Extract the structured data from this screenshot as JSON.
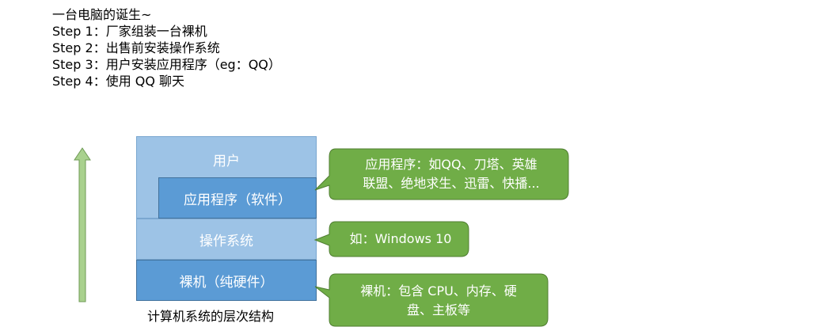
{
  "intro": {
    "title": "一台电脑的诞生~",
    "steps": [
      "Step 1：厂家组装一台裸机",
      "Step 2：出售前安装操作系统",
      "Step 3：用户安装应用程序（eg：QQ）",
      "Step 4：使用 QQ 聊天"
    ]
  },
  "layers": {
    "user": "用户",
    "app": "应用程序（软件）",
    "os": "操作系统",
    "hardware": "裸机（纯硬件）"
  },
  "caption": "计算机系统的层次结构",
  "callouts": {
    "app_line1": "应用程序：如QQ、刀塔、英雄",
    "app_line2": "联盟、绝地求生、迅雷、快播...",
    "os": "如：Windows 10",
    "hw_line1": "裸机：包含 CPU、内存、硬",
    "hw_line2": "盘、主板等"
  },
  "colors": {
    "light_blue": "#9dc3e6",
    "dark_blue": "#5b9bd5",
    "green": "#70ad47",
    "arrow_green": "#a9d18e"
  }
}
